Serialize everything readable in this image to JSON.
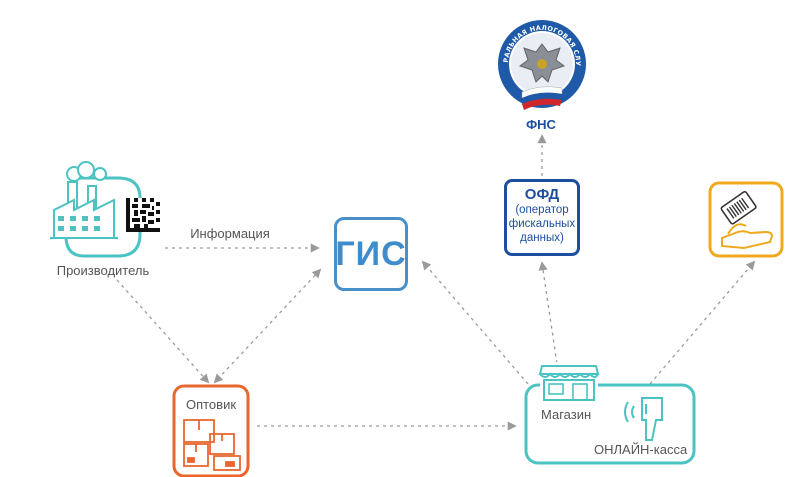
{
  "nodes": {
    "fns": {
      "label": "ФНС",
      "seal_text": "ФЕДЕРАЛЬНАЯ НАЛОГОВАЯ СЛУЖБА"
    },
    "ofd": {
      "title": "ОФД",
      "subtitle_lines": [
        "(оператор",
        "фискальных",
        "данных)"
      ]
    },
    "gis": {
      "label": "ГИС"
    },
    "producer": {
      "label": "Производитель"
    },
    "wholesaler": {
      "label": "Оптовик"
    },
    "shop": {
      "label": "Магазин",
      "register_label": "ОНЛАЙН-касса"
    }
  },
  "edges": {
    "info_label": "Информация"
  },
  "colors": {
    "producer": "#4cc3c3",
    "wholesaler": "#e8672e",
    "shop": "#4cc3c3",
    "gis": "#4a90c8",
    "ofd": "#1e4e9e",
    "consumer": "#f0a91c",
    "arrows": "#9a9a9a"
  },
  "icons": {
    "producer": "factory-icon",
    "datamatrix": "datamatrix-code-icon",
    "wholesaler": "boxes-icon",
    "shop": "storefront-icon",
    "scanner": "barcode-scanner-icon",
    "consumer": "hand-with-card-icon",
    "fns": "fns-emblem-icon"
  }
}
